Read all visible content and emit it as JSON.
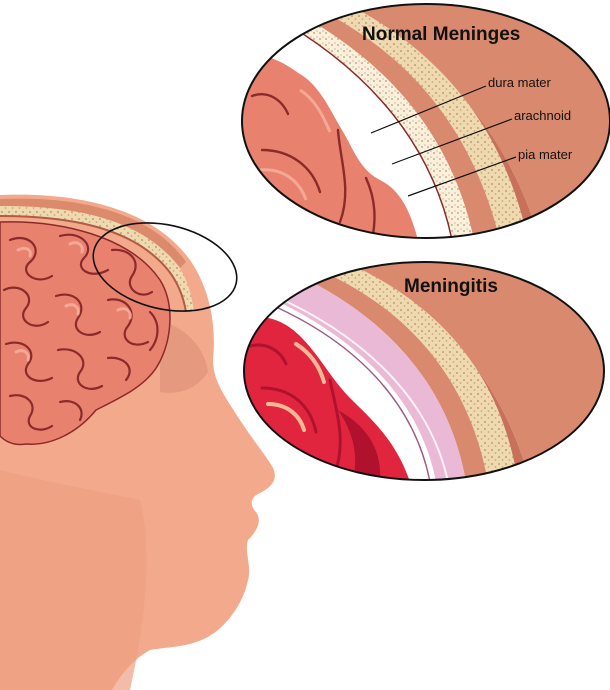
{
  "insets": {
    "normal": {
      "title": "Normal Meninges",
      "labels": [
        "dura mater",
        "arachnoid",
        "pia mater"
      ]
    },
    "disease": {
      "title": "Meningitis"
    }
  },
  "colors": {
    "skin": "#f3a98b",
    "skin_shadow": "#d9876a",
    "brain": "#e8826f",
    "brain_fold": "#8b2a2a",
    "bone": "#efd9b0",
    "bone_dot": "#c9a877",
    "scalp": "#dc8a6c",
    "inflamed": "#e2253f",
    "inflamed_dark": "#b0122e",
    "membrane_swollen": "#e9b9d6",
    "outline": "#111111"
  }
}
